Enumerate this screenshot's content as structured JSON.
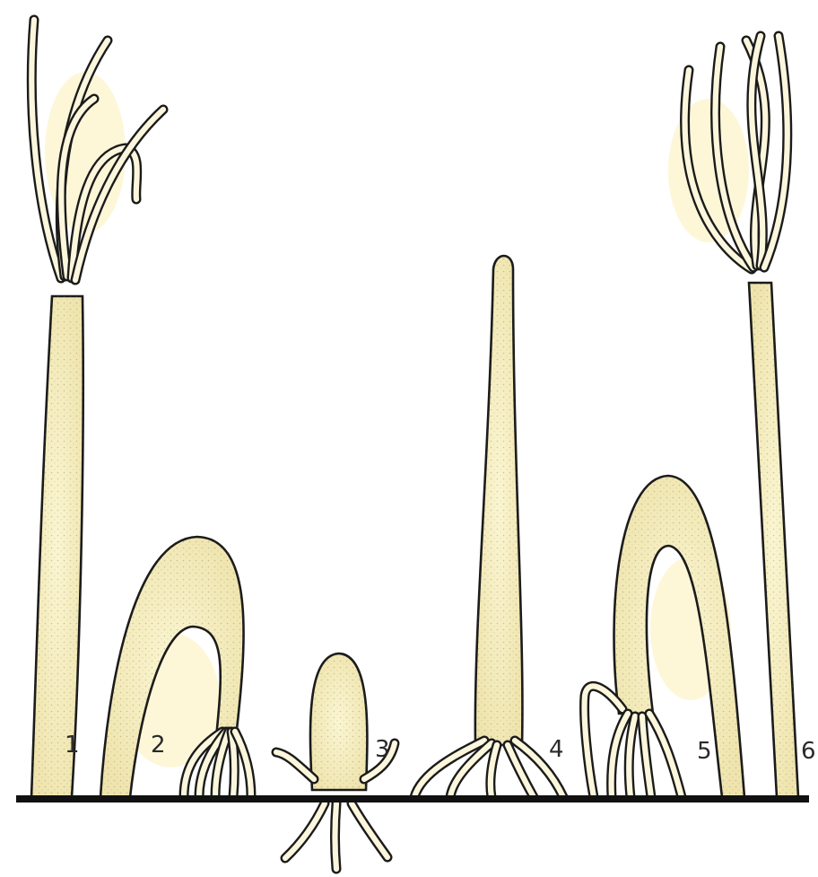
{
  "figure": {
    "stage_labels": [
      "1",
      "2",
      "3",
      "4",
      "5",
      "6"
    ],
    "colors": {
      "body_fill": "#f6efc4",
      "halo": "#fbf1b8",
      "outline": "#1b1b1b",
      "tentacle_core": "#fbf6dc",
      "ground": "#111111",
      "background": "#ffffff"
    }
  }
}
